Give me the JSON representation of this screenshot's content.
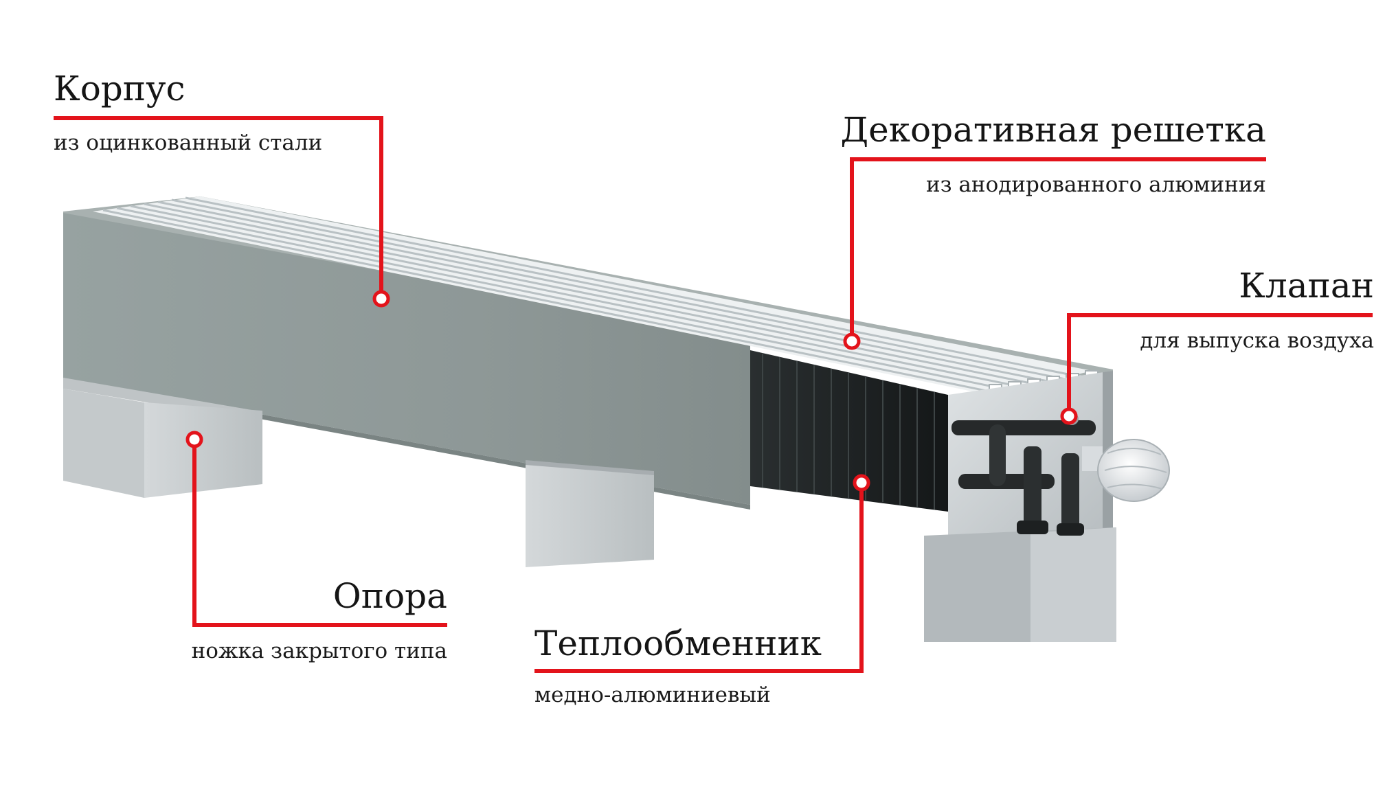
{
  "callouts": {
    "body": {
      "title": "Корпус",
      "subtitle": "из оцинкованный стали"
    },
    "grille": {
      "title": "Декоративная решетка",
      "subtitle": "из анодированного алюминия"
    },
    "valve": {
      "title": "Клапан",
      "subtitle": "для выпуска воздуха"
    },
    "support": {
      "title": "Опора",
      "subtitle": "ножка закрытого типа"
    },
    "exchanger": {
      "title": "Теплообменник",
      "subtitle": "медно-алюминиевый"
    }
  },
  "colors": {
    "leader": "#e3131b",
    "housing": "#8f9a98",
    "grille": "#e8ecee",
    "fins": "#1f2324",
    "leg": "#c9ced0",
    "endplate": "#cfd4d6"
  }
}
